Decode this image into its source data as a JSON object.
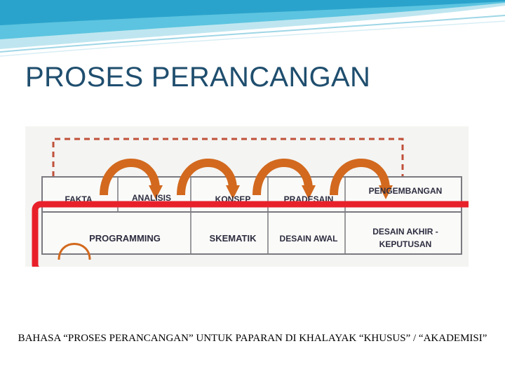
{
  "slide": {
    "title": "PROSES PERANCANGAN",
    "caption": "BAHASA “PROSES PERANCANGAN” UNTUK PAPARAN  DI KHALAYAK  “KHUSUS” / “AKADEMISI”"
  },
  "diagram": {
    "top_row": [
      "FAKTA",
      "ANALISIS",
      "KONSEP",
      "PRADESAIN",
      "PENGEMBANGAN"
    ],
    "bottom_row": [
      "PROGRAMMING",
      "SKEMATIK",
      "DESAIN AWAL",
      "DESAIN AKHIR -",
      "KEPUTUSAN"
    ],
    "colors": {
      "arrow": "#d2691e",
      "dashed": "#c0503a",
      "highlight": "#e8202a",
      "title": "#1f4e6e",
      "header_teal": "#3aa6c8"
    }
  }
}
